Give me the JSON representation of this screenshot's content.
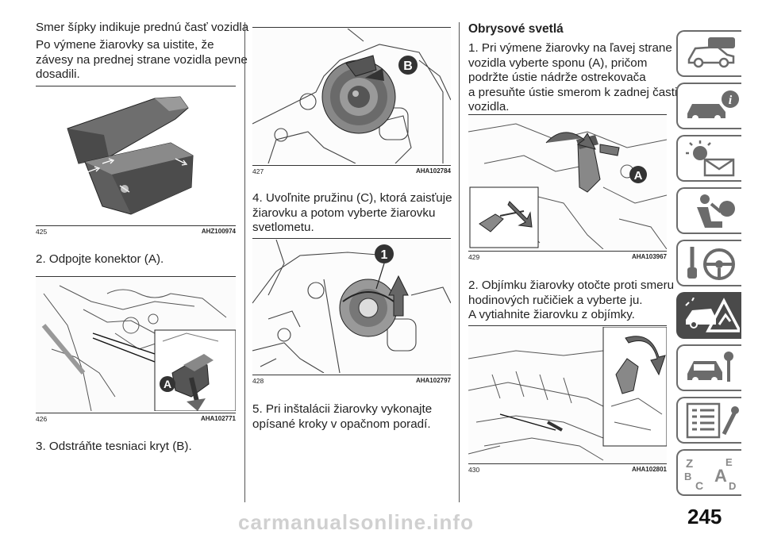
{
  "column1": {
    "p1": "Smer šípky indikuje prednú časť vozidla",
    "p2_lines": [
      "Po výmene žiarovky sa uistite, že",
      "závesy na prednej strane vozidla pevne",
      "dosadili."
    ],
    "fig425": {
      "num": "425",
      "code": "AHZ100974"
    },
    "step2": "2. Odpojte konektor (A).",
    "fig426": {
      "num": "426",
      "code": "AHA102771",
      "callout": "A"
    },
    "step3": "3. Odstráňte tesniaci kryt (B)."
  },
  "column2": {
    "fig427": {
      "num": "427",
      "code": "AHA102784",
      "callout": "B"
    },
    "step4_lines": [
      "4. Uvoľnite pružinu (C), ktorá zaisťuje",
      "žiarovku a potom vyberte žiarovku",
      "svetlometu."
    ],
    "fig428": {
      "num": "428",
      "code": "AHA102797",
      "callout": "1"
    },
    "step5_lines": [
      "5. Pri inštalácii žiarovky vykonajte",
      "opísané kroky v opačnom poradí."
    ]
  },
  "column3": {
    "heading": "Obrysové svetlá",
    "step1_lines": [
      "1. Pri výmene žiarovky na ľavej strane",
      "vozidla vyberte sponu (A), pričom",
      "podržte ústie nádrže ostrekovača",
      "a presuňte ústie smerom k zadnej časti",
      "vozidla."
    ],
    "fig429": {
      "num": "429",
      "code": "AHA103967",
      "callout": "A"
    },
    "step2_lines": [
      "2. Objímku žiarovky otočte proti smeru",
      "hodinových ručičiek a vyberte ju.",
      "A vytiahnite žiarovku z objímky."
    ],
    "fig430": {
      "num": "430",
      "code": "AHA102801"
    }
  },
  "tabs": [
    {
      "icon": "car-dashboard-icon"
    },
    {
      "icon": "car-info-icon"
    },
    {
      "icon": "lights-warning-icon"
    },
    {
      "icon": "airbag-seat-icon"
    },
    {
      "icon": "steering-key-icon"
    },
    {
      "icon": "emergency-warning-triangle-icon",
      "active": true
    },
    {
      "icon": "car-service-icon"
    },
    {
      "icon": "specifications-list-icon"
    },
    {
      "icon": "alphabetical-index-icon"
    }
  ],
  "tab_index_letters": [
    "Z",
    "E",
    "B",
    "A",
    "C",
    "D"
  ],
  "page_number": "245",
  "watermark": "carmanualsonline.info",
  "colors": {
    "active_tab": "#4a4a4a",
    "tab_border": "#6b6b6b",
    "callout": "#333333"
  }
}
